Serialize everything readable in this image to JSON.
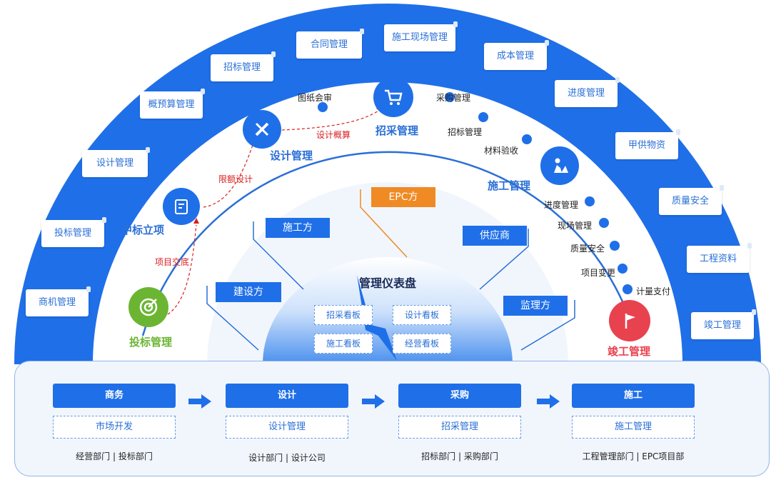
{
  "outer_modules": [
    "商机管理",
    "投标管理",
    "设计管理",
    "概预算管理",
    "招标管理",
    "合同管理",
    "施工现场管理",
    "成本管理",
    "进度管理",
    "甲供物资",
    "质量安全",
    "工程资料",
    "竣工管理"
  ],
  "stages": {
    "bid": "投标管理",
    "winning": "中标立项",
    "design": "设计管理",
    "procure": "招采管理",
    "construct": "施工管理",
    "complete": "竣工管理"
  },
  "arc_labels": {
    "drawing_review": "图纸会审",
    "purchase_mgmt": "采购管理",
    "tender_mgmt": "招标管理",
    "material_check": "材料验收",
    "progress_mgmt": "进度管理",
    "site_mgmt": "现场管理",
    "quality_safety": "质量安全",
    "change": "项目变更",
    "payment": "计量支付"
  },
  "red_labels": {
    "handover": "项目交底",
    "quota_design": "限额设计",
    "design_budget": "设计概算"
  },
  "parties": {
    "epc": "EPC方",
    "contractor": "施工方",
    "supplier": "供应商",
    "owner": "建设方",
    "supervisor": "监理方"
  },
  "dashboard": {
    "title": "管理仪表盘",
    "boards": [
      "招采看板",
      "设计看板",
      "施工看板",
      "经营看板"
    ]
  },
  "flow": [
    {
      "head": "商务",
      "sub": "市场开发",
      "dept": "经营部门 |  投标部门"
    },
    {
      "head": "设计",
      "sub": "设计管理",
      "dept": "设计部门 |  设计公司"
    },
    {
      "head": "采购",
      "sub": "招采管理",
      "dept": "招标部门 |  采购部门"
    },
    {
      "head": "施工",
      "sub": "施工管理",
      "dept": "工程管理部门 |  EPC项目部"
    }
  ],
  "colors": {
    "primary_blue": "#1f6fe8",
    "bid_green": "#6bb533",
    "complete_red": "#e8424f",
    "epc_orange": "#f08a24",
    "dashed_red": "#d81e1e"
  }
}
